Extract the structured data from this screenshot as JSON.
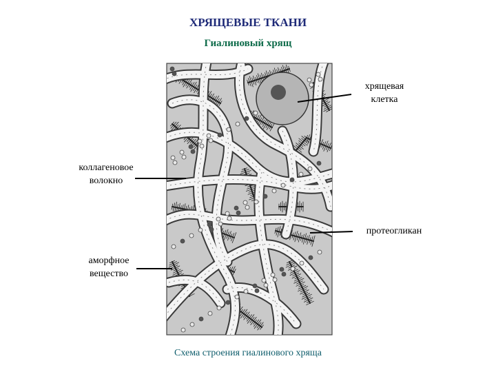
{
  "title": "ХРЯЩЕВЫЕ ТКАНИ",
  "subtitle": "Гиалиновый хрящ",
  "caption": "Схема строения гиалинового хряща",
  "labels": {
    "cell_line1": "хрящевая",
    "cell_line2": "клетка",
    "collagen_line1": "коллагеновое",
    "collagen_line2": "волокно",
    "proteoglycan": "протеогликан",
    "amorphous_line1": "аморфное",
    "amorphous_line2": "вещество"
  },
  "colors": {
    "title": "#1e2a78",
    "subtitle": "#0e6b4a",
    "caption": "#0d5c6b",
    "matrix": "#c9c9c9",
    "fiber": "#f4f4f4",
    "cell": "#b5b5b5",
    "nucleus": "#555555"
  }
}
